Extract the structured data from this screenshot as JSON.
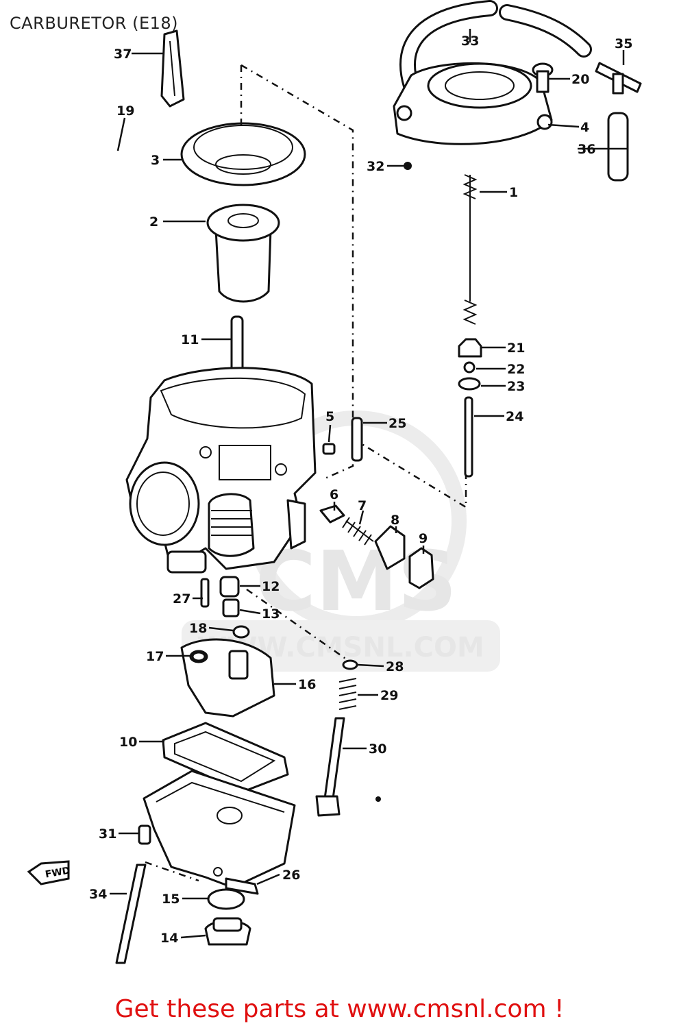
{
  "title": "CARBURETOR (E18)",
  "footer": "Get these parts at www.cmsnl.com !",
  "watermark": {
    "brand": "CMS",
    "url": "WWW.CMSNL.COM"
  },
  "fwd_label": "FWD",
  "colors": {
    "footer": "#e01010",
    "line": "#111111",
    "watermark": "#e6e6e6"
  },
  "callouts": {
    "c1": "1",
    "c2": "2",
    "c3": "3",
    "c4": "4",
    "c5": "5",
    "c6": "6",
    "c7": "7",
    "c8": "8",
    "c9": "9",
    "c10": "10",
    "c11": "11",
    "c12": "12",
    "c13": "13",
    "c14": "14",
    "c15": "15",
    "c16": "16",
    "c17": "17",
    "c18": "18",
    "c19": "19",
    "c20": "20",
    "c21": "21",
    "c22": "22",
    "c23": "23",
    "c24": "24",
    "c25": "25",
    "c26": "26",
    "c27": "27",
    "c28": "28",
    "c29": "29",
    "c30": "30",
    "c31": "31",
    "c32": "32",
    "c33": "33",
    "c34": "34",
    "c35": "35",
    "c36": "36",
    "c37": "37"
  }
}
